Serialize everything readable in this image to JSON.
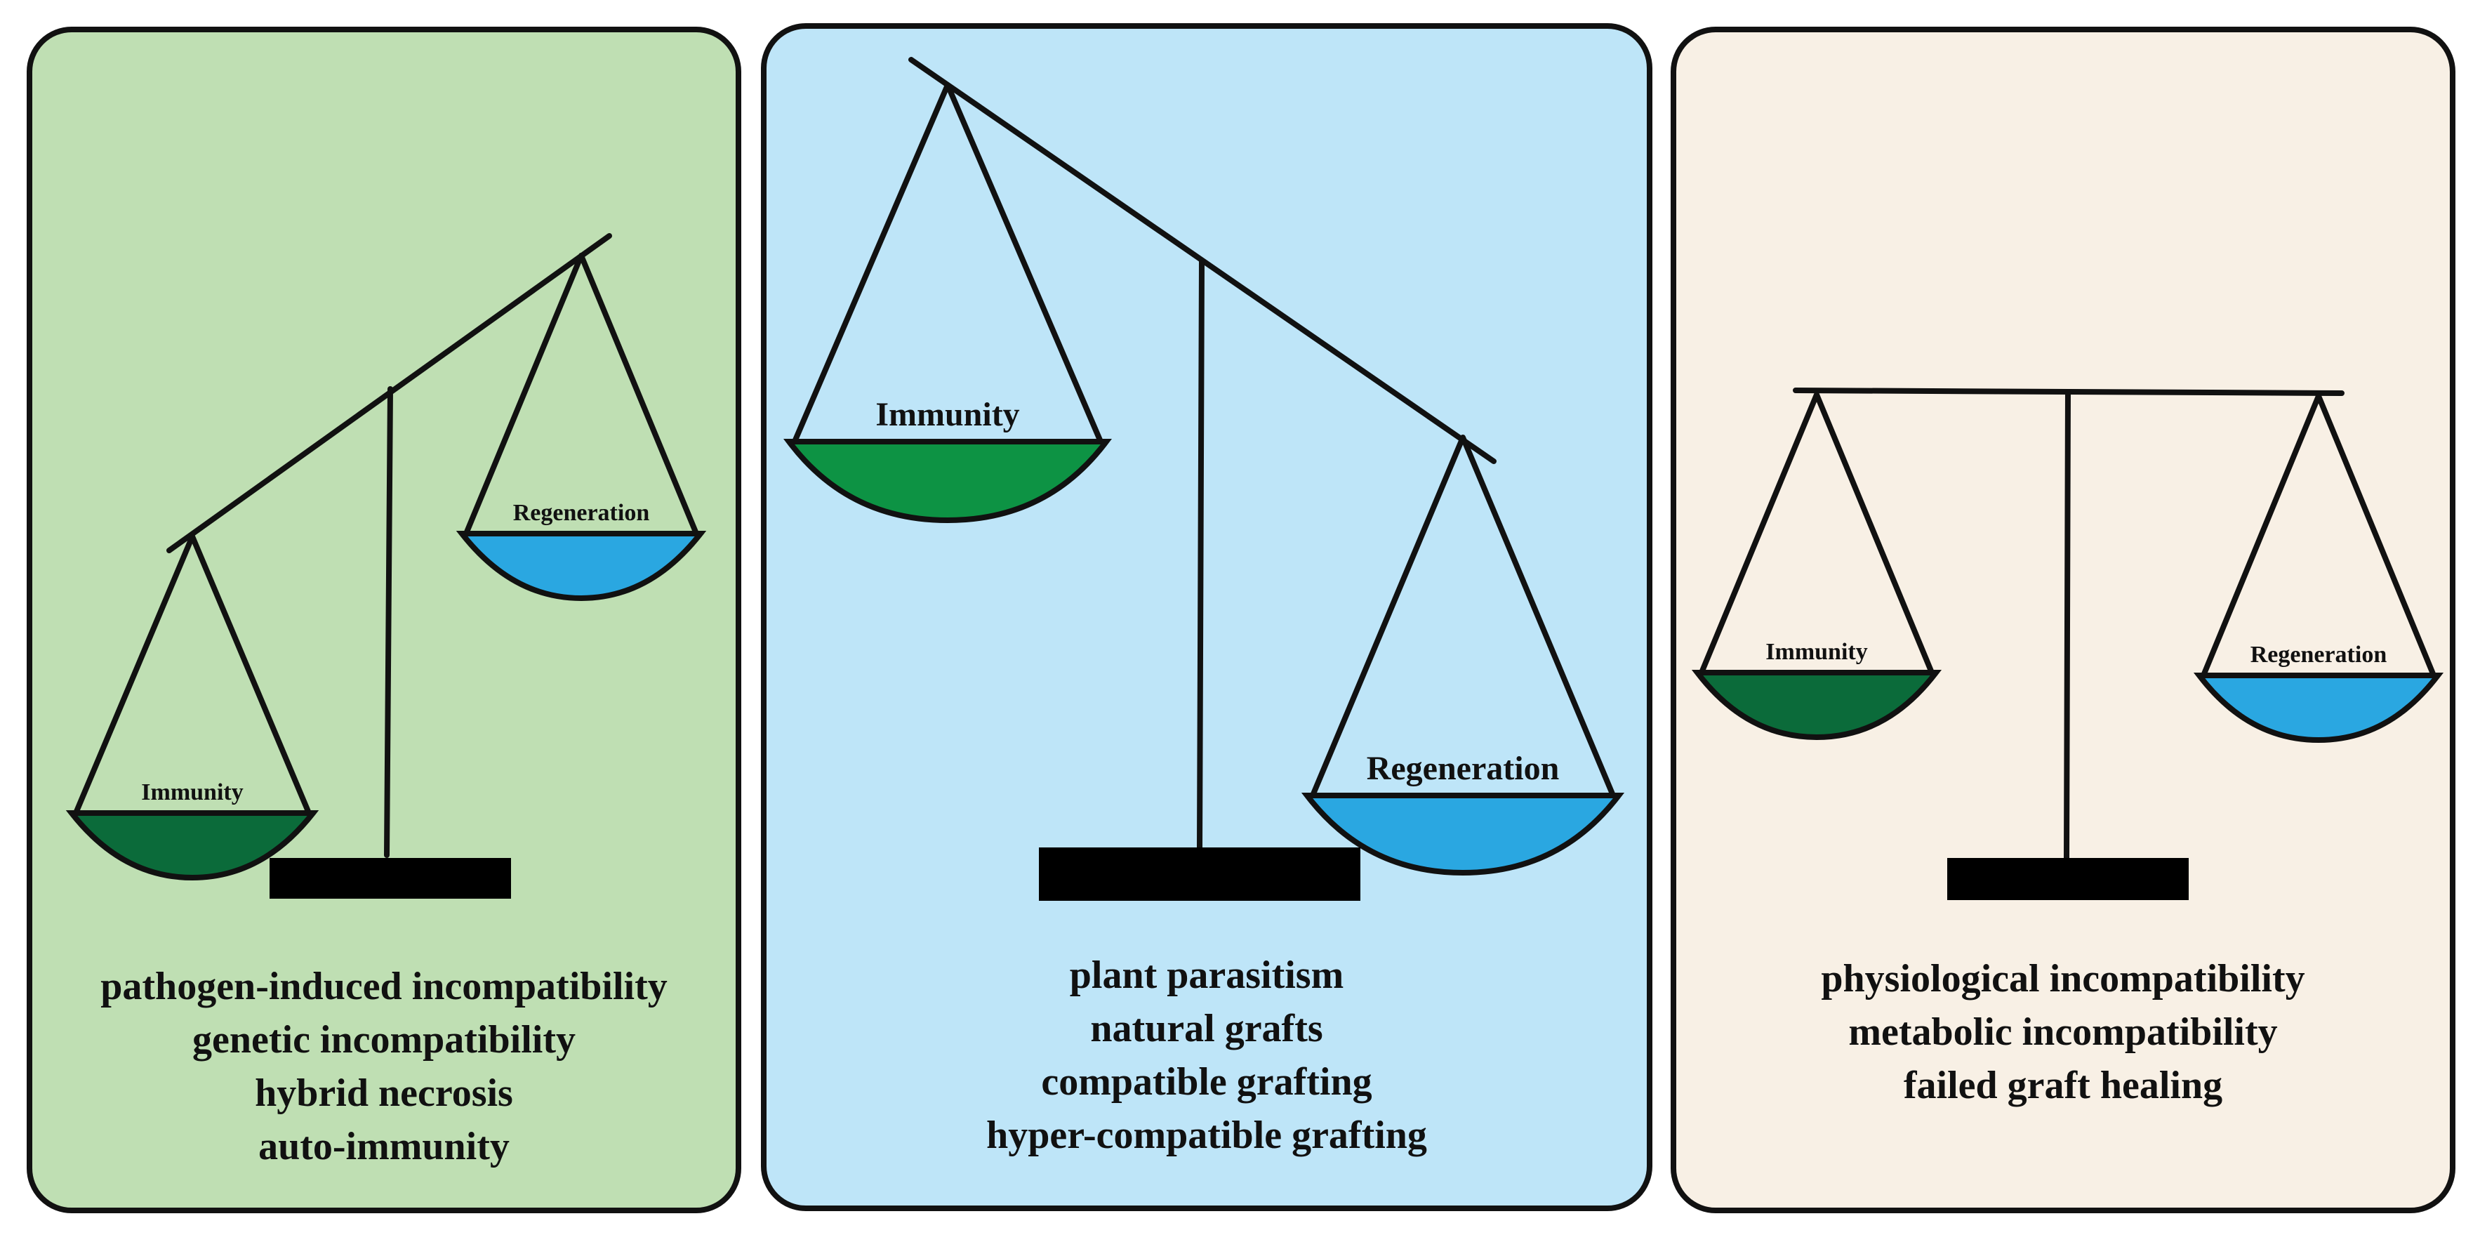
{
  "colors": {
    "panel_left_bg": "#bfdfb3",
    "panel_middle_bg": "#bee5f8",
    "panel_right_bg": "#f8f0e5",
    "immunity_pan": "#0b6b3a",
    "immunity_pan_bright": "#0d9344",
    "regeneration_pan": "#2aa7e1",
    "outline": "#111111",
    "base": "#000000"
  },
  "panels": [
    {
      "state": "immunity-heavier",
      "scale": {
        "left_pan_label": "Immunity",
        "right_pan_label": "Regeneration"
      },
      "captions": [
        "pathogen-induced incompatibility",
        "genetic incompatibility",
        "hybrid necrosis",
        "auto-immunity"
      ]
    },
    {
      "state": "regeneration-heavier",
      "scale": {
        "left_pan_label": "Immunity",
        "right_pan_label": "Regeneration"
      },
      "captions": [
        "plant parasitism",
        "natural grafts",
        "compatible grafting",
        "hyper-compatible grafting"
      ]
    },
    {
      "state": "balanced",
      "scale": {
        "left_pan_label": "Immunity",
        "right_pan_label": "Regeneration"
      },
      "captions": [
        "physiological incompatibility",
        "metabolic incompatibility",
        "failed graft healing"
      ]
    }
  ]
}
